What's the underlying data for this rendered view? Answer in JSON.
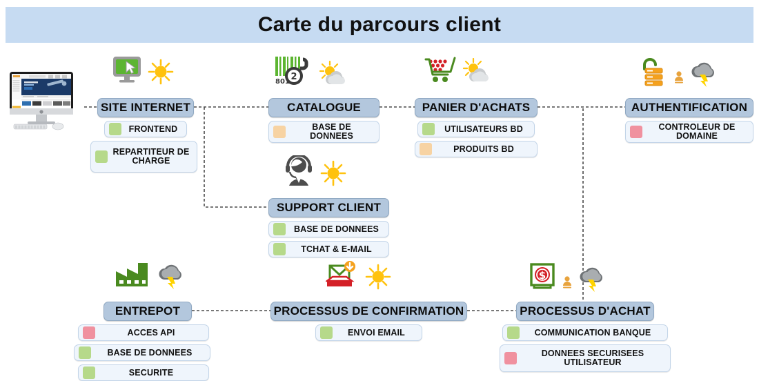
{
  "header": {
    "title": "Carte du parcours client",
    "bg": "#c6dbf2"
  },
  "palette": {
    "node_head_bg": "#b3c7dd",
    "row_bg": "#eff5fc",
    "green": "#b6d98a",
    "orange": "#f7d3a3",
    "pink": "#f0919f"
  },
  "nodes": [
    {
      "id": "site-internet",
      "title": "SITE INTERNET",
      "icons": [
        "monitor-cursor-icon",
        "sun-icon"
      ],
      "rows": [
        {
          "label": "FRONTEND",
          "status": "green"
        },
        {
          "label": "REPARTITEUR DE CHARGE",
          "status": "green"
        }
      ]
    },
    {
      "id": "catalogue",
      "title": "CATALOGUE",
      "icons": [
        "barcode-801-icon",
        "sun-cloud-icon"
      ],
      "rows": [
        {
          "label": "BASE DE DONNEES",
          "status": "orange"
        }
      ]
    },
    {
      "id": "panier-dachats",
      "title": "PANIER D'ACHATS",
      "icons": [
        "shopping-cart-icon",
        "sun-cloud-icon"
      ],
      "rows": [
        {
          "label": "UTILISATEURS BD",
          "status": "green"
        },
        {
          "label": "PRODUITS BD",
          "status": "orange"
        }
      ]
    },
    {
      "id": "authentification",
      "title": "AUTHENTIFICATION",
      "icons": [
        "lock-server-icon",
        "storm-cloud-icon"
      ],
      "rows": [
        {
          "label": "CONTROLEUR DE DOMAINE",
          "status": "pink"
        }
      ]
    },
    {
      "id": "support-client",
      "title": "SUPPORT CLIENT",
      "icons": [
        "headset-agent-icon",
        "sun-icon"
      ],
      "rows": [
        {
          "label": "BASE DE DONNEES",
          "status": "green"
        },
        {
          "label": "TCHAT & E-MAIL",
          "status": "green"
        }
      ]
    },
    {
      "id": "entrepot",
      "title": "ENTREPOT",
      "icons": [
        "factory-icon",
        "storm-cloud-icon"
      ],
      "rows": [
        {
          "label": "ACCES API",
          "status": "pink"
        },
        {
          "label": "BASE DE DONNEES",
          "status": "green"
        },
        {
          "label": "SECURITE",
          "status": "green"
        }
      ]
    },
    {
      "id": "processus-de-confirmation",
      "title": "PROCESSUS DE CONFIRMATION",
      "icons": [
        "inbox-download-icon",
        "sun-icon"
      ],
      "rows": [
        {
          "label": "ENVOI EMAIL",
          "status": "green"
        }
      ]
    },
    {
      "id": "processus-dachat",
      "title": "PROCESSUS D'ACHAT",
      "icons": [
        "atm-money-icon",
        "storm-cloud-icon"
      ],
      "rows": [
        {
          "label": "COMMUNICATION BANQUE",
          "status": "green"
        },
        {
          "label": "DONNEES SECURISEES UTILISATEUR",
          "status": "pink"
        }
      ]
    }
  ],
  "illustration": {
    "name": "desktop-computer-website-photo"
  }
}
